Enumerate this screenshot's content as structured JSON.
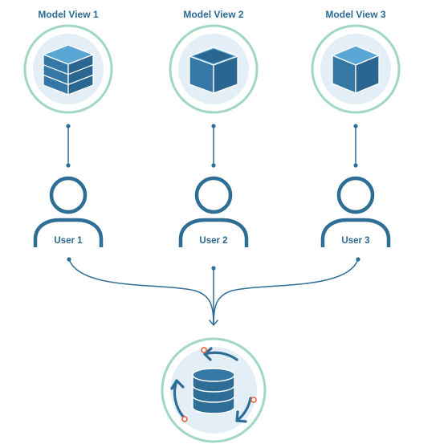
{
  "model_views": [
    {
      "title": "Model View 1",
      "icon": "stacked-layers-cube-icon"
    },
    {
      "title": "Model View 2",
      "icon": "open-box-icon"
    },
    {
      "title": "Model View 3",
      "icon": "solid-cube-icon"
    }
  ],
  "users": [
    {
      "label": "User 1",
      "icon": "user-icon"
    },
    {
      "label": "User 2",
      "icon": "user-icon"
    },
    {
      "label": "User 3",
      "icon": "user-icon"
    }
  ],
  "central_store": {
    "icon": "database-sync-icon"
  },
  "colors": {
    "primary": "#2e6e96",
    "ring": "#9fd6c6",
    "circle_fill": "#e4eef6",
    "cube_face": "#3578a6",
    "cube_top": "#5aa7d6",
    "accent": "#e8704f"
  }
}
